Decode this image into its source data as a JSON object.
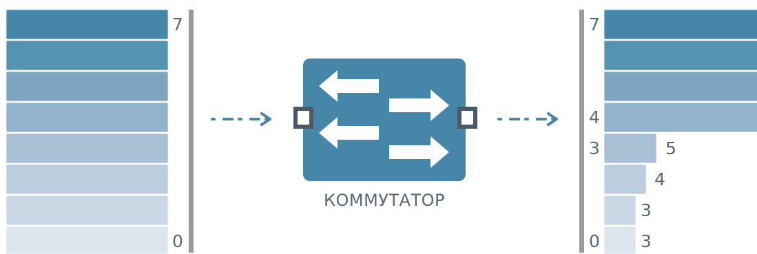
{
  "colors": {
    "switch_blue": "#4586a9",
    "port_dark": "#4a5a68",
    "arrow_blue": "#4a85a6",
    "rail_gray": "#9a9a9a",
    "bar_shades": [
      "#4586a9",
      "#5692b2",
      "#7ea5c0",
      "#92b3cb",
      "#a8bfd4",
      "#bccdde",
      "#cbd7e4",
      "#dde5ee"
    ]
  },
  "left_queue": {
    "top_label": "7",
    "bottom_label": "0"
  },
  "switch": {
    "label": "КОММУТАТОР",
    "icon": "switch-arrows-icon"
  },
  "right_queue": {
    "label_7": "7",
    "label_4": "4",
    "label_3": "3",
    "label_0": "0",
    "bar_values": [
      "5",
      "4",
      "3",
      "3"
    ]
  }
}
